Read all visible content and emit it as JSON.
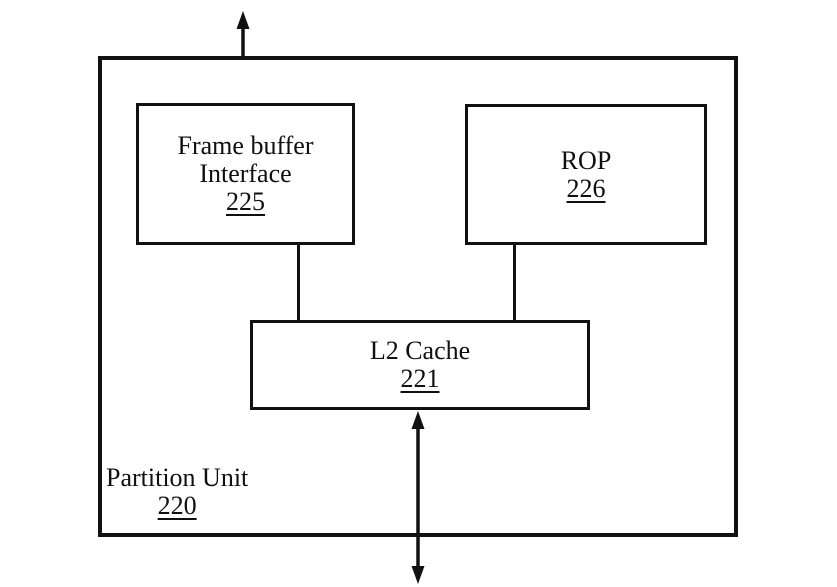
{
  "figure": {
    "colors": {
      "line": "#111111",
      "background": "#ffffff"
    },
    "partition_unit": {
      "label": "Partition Unit",
      "ref": "220"
    },
    "frame_buffer_interface": {
      "label_line1": "Frame buffer",
      "label_line2": "Interface",
      "ref": "225"
    },
    "rop": {
      "label": "ROP",
      "ref": "226"
    },
    "l2_cache": {
      "label": "L2 Cache",
      "ref": "221"
    },
    "icons": {
      "top_arrow": "bidirectional-vertical-arrow",
      "bottom_arrow": "bidirectional-vertical-arrow"
    }
  }
}
